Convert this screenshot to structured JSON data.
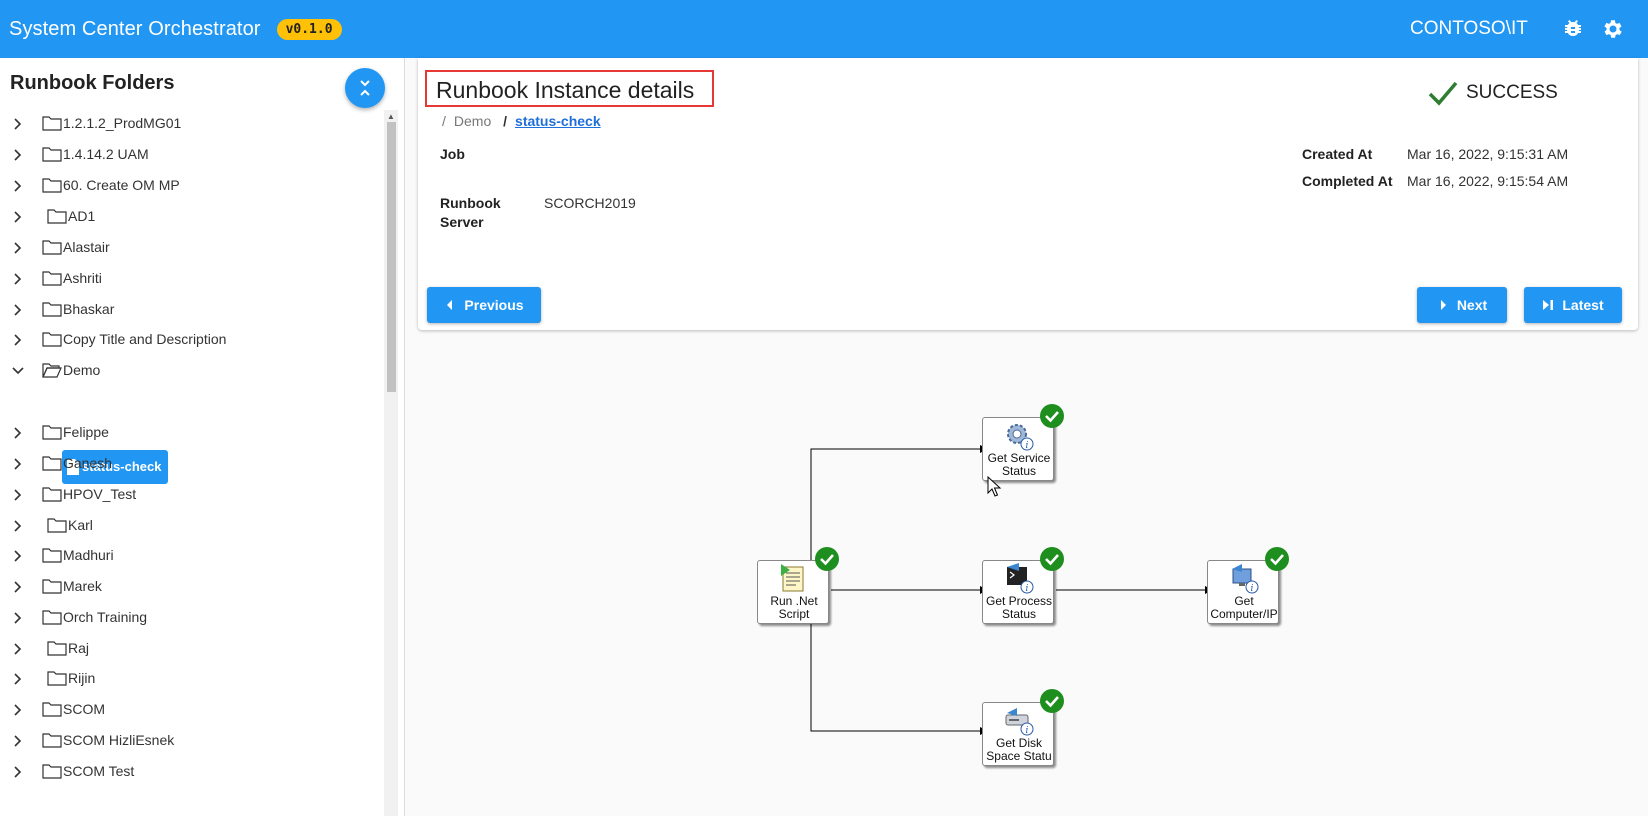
{
  "header": {
    "app_title": "System Center Orchestrator",
    "version": "v0.1.0",
    "user": "CONTOSO\\IT",
    "icons": [
      "bug-icon",
      "gear-icon"
    ],
    "brand_color": "#2196f3",
    "badge_color": "#ffc107"
  },
  "sidebar": {
    "title": "Runbook Folders",
    "folders": [
      {
        "label": "1.2.1.2_ProdMG01",
        "expanded": false
      },
      {
        "label": "1.4.14.2 UAM",
        "expanded": false
      },
      {
        "label": "60. Create OM MP",
        "expanded": false
      },
      {
        "label": "AD1",
        "expanded": false
      },
      {
        "label": "Alastair",
        "expanded": false
      },
      {
        "label": "Ashriti",
        "expanded": false
      },
      {
        "label": "Bhaskar",
        "expanded": false
      },
      {
        "label": "Copy Title and Description",
        "expanded": false
      },
      {
        "label": "Demo",
        "expanded": true
      },
      {
        "label": "Felippe",
        "expanded": false
      },
      {
        "label": "Ganesh",
        "expanded": false
      },
      {
        "label": "HPOV_Test",
        "expanded": false
      },
      {
        "label": "Karl",
        "expanded": false
      },
      {
        "label": "Madhuri",
        "expanded": false
      },
      {
        "label": "Marek",
        "expanded": false
      },
      {
        "label": "Orch Training",
        "expanded": false
      },
      {
        "label": "Raj",
        "expanded": false
      },
      {
        "label": "Rijin",
        "expanded": false
      },
      {
        "label": "SCOM",
        "expanded": false
      },
      {
        "label": "SCOM HizliEsnek",
        "expanded": false
      },
      {
        "label": "SCOM Test",
        "expanded": false
      }
    ],
    "selected_runbook": "status-check"
  },
  "details": {
    "title": "Runbook Instance details",
    "status": "SUCCESS",
    "status_color": "#2e7d32",
    "breadcrumb": {
      "parent": "Demo",
      "current": "status-check"
    },
    "job_label": "Job",
    "runbook_server_label_1": "Runbook",
    "runbook_server_label_2": "Server",
    "runbook_server_value": "SCORCH2019",
    "created_at_label": "Created At",
    "created_at_value": "Mar 16, 2022, 9:15:31 AM",
    "completed_at_label": "Completed At",
    "completed_at_value": "Mar 16, 2022, 9:15:54 AM",
    "buttons": {
      "previous": "Previous",
      "next": "Next",
      "latest": "Latest"
    }
  },
  "workflow": {
    "activities": [
      {
        "id": "run-net-script",
        "line1": "Run .Net",
        "line2": "Script",
        "status": "success",
        "icon": "script-icon"
      },
      {
        "id": "get-service-status",
        "line1": "Get Service",
        "line2": "Status",
        "status": "success",
        "icon": "service-gear-icon"
      },
      {
        "id": "get-process-status",
        "line1": "Get Process",
        "line2": "Status",
        "status": "success",
        "icon": "process-icon"
      },
      {
        "id": "get-computer-ip",
        "line1": "Get",
        "line2": "Computer/IP",
        "status": "success",
        "icon": "computer-icon"
      },
      {
        "id": "get-disk-space-status",
        "line1": "Get Disk",
        "line2": "Space Statu",
        "status": "success",
        "icon": "disk-icon"
      }
    ],
    "links": [
      [
        "run-net-script",
        "get-service-status"
      ],
      [
        "run-net-script",
        "get-process-status"
      ],
      [
        "run-net-script",
        "get-disk-space-status"
      ],
      [
        "get-process-status",
        "get-computer-ip"
      ]
    ],
    "success_color": "#1e8e1e"
  }
}
